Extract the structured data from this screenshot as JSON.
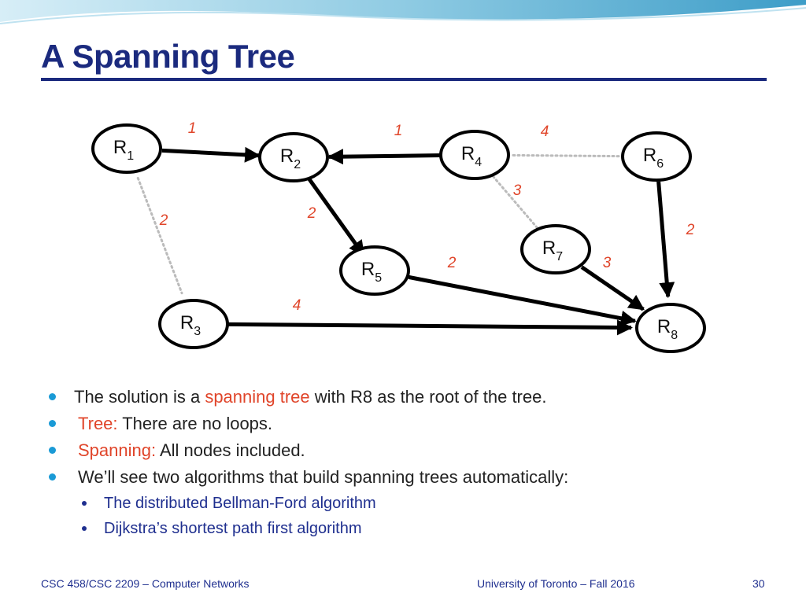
{
  "slide": {
    "title": "A Spanning Tree",
    "footer_left": "CSC 458/CSC 2209 – Computer Networks",
    "footer_center": "University of Toronto – Fall 2016",
    "page_number": "30"
  },
  "diagram": {
    "nodes": [
      {
        "id": "R1",
        "label": "R",
        "sub": "1"
      },
      {
        "id": "R2",
        "label": "R",
        "sub": "2"
      },
      {
        "id": "R3",
        "label": "R",
        "sub": "3"
      },
      {
        "id": "R4",
        "label": "R",
        "sub": "4"
      },
      {
        "id": "R5",
        "label": "R",
        "sub": "5"
      },
      {
        "id": "R6",
        "label": "R",
        "sub": "6"
      },
      {
        "id": "R7",
        "label": "R",
        "sub": "7"
      },
      {
        "id": "R8",
        "label": "R",
        "sub": "8"
      }
    ],
    "edges": [
      {
        "from": "R1",
        "to": "R2",
        "weight": "1",
        "in_tree": true
      },
      {
        "from": "R4",
        "to": "R2",
        "weight": "1",
        "in_tree": true
      },
      {
        "from": "R4",
        "to": "R6",
        "weight": "4",
        "in_tree": false
      },
      {
        "from": "R1",
        "to": "R3",
        "weight": "2",
        "in_tree": false
      },
      {
        "from": "R2",
        "to": "R5",
        "weight": "2",
        "in_tree": true
      },
      {
        "from": "R4",
        "to": "R7",
        "weight": "3",
        "in_tree": false
      },
      {
        "from": "R6",
        "to": "R8",
        "weight": "2",
        "in_tree": true
      },
      {
        "from": "R5",
        "to": "R8",
        "weight": "2",
        "in_tree": true
      },
      {
        "from": "R7",
        "to": "R8",
        "weight": "3",
        "in_tree": true
      },
      {
        "from": "R3",
        "to": "R8",
        "weight": "4",
        "in_tree": true
      }
    ],
    "colors": {
      "tree_edge": "#000000",
      "non_tree_edge": "#bbbbbb",
      "weight": "#e0452a"
    }
  },
  "bullets": {
    "b1": {
      "pre": "The solution is a ",
      "highlight": "spanning tree",
      "post": " with R8 as the root of the tree."
    },
    "b2": {
      "highlight": "Tree:",
      "post": " There are no loops."
    },
    "b3": {
      "highlight": "Spanning:",
      "post": " All nodes included."
    },
    "b4": {
      "text": "We’ll see two algorithms that build spanning trees automatically:"
    },
    "sub1": "The distributed Bellman-Ford algorithm",
    "sub2": "Dijkstra’s shortest path first algorithm"
  },
  "colors": {
    "title": "#1b2a7e",
    "highlight": "#e0452a",
    "bullet_dot": "#1a9ad6",
    "sub_text": "#1f2f8f"
  }
}
